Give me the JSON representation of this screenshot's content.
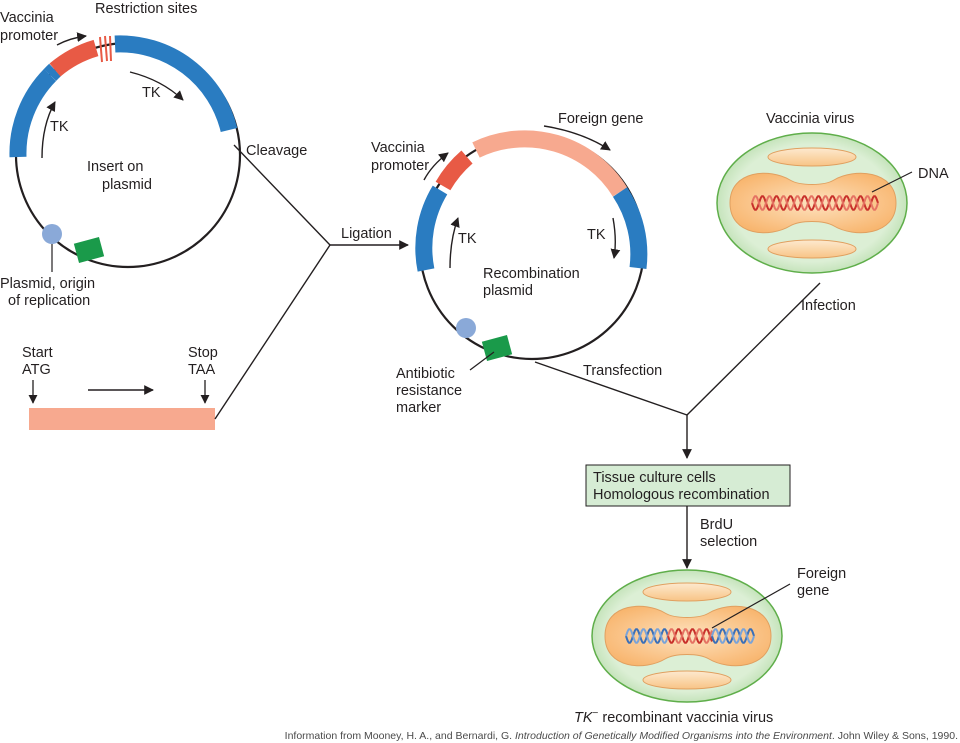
{
  "plasmid1": {
    "vaccinia_promoter": [
      "Vaccinia",
      "promoter"
    ],
    "restriction_sites": "Restriction sites",
    "tk_left": "TK",
    "tk_right": "TK",
    "insert": [
      "Insert on",
      "plasmid"
    ],
    "origin": [
      "Plasmid, origin",
      "of replication"
    ]
  },
  "steps": {
    "cleavage": "Cleavage",
    "ligation": "Ligation",
    "transfection": "Transfection",
    "infection": "Infection",
    "brdu": [
      "BrdU",
      "selection"
    ]
  },
  "gene_insert": {
    "start": [
      "Start",
      "ATG"
    ],
    "stop": [
      "Stop",
      "TAA"
    ]
  },
  "plasmid2": {
    "vaccinia_promoter": [
      "Vaccinia",
      "promoter"
    ],
    "foreign_gene": "Foreign gene",
    "tk_left": "TK",
    "tk_right": "TK",
    "name": [
      "Recombination",
      "plasmid"
    ],
    "marker": [
      "Antibiotic",
      "resistance",
      "marker"
    ]
  },
  "virus": {
    "title": "Vaccinia virus",
    "dna": "DNA"
  },
  "culture_box": {
    "line1": "Tissue culture cells",
    "line2": "Homologous recombination"
  },
  "recombinant": {
    "foreign_gene": [
      "Foreign",
      "gene"
    ],
    "caption_tk": "TK",
    "caption_sup": "−",
    "caption_rest": " recombinant vaccinia virus"
  },
  "credit": {
    "pre": "Information from Mooney, H. A., and Bernardi, G. ",
    "title": "Introduction of Genetically Modified Organisms into the Environment",
    "post": ". John Wiley & Sons, 1990."
  },
  "colors": {
    "tk_blue": "#2a7cc1",
    "promoter_red": "#e85a45",
    "foreign_salmon": "#f7a98f",
    "marker_green": "#1a9a4a",
    "origin_blue": "#8aa9d8",
    "box_green": "#d6ecd4",
    "virus_green": "#c8e6c0",
    "virus_core": "#fcc98f"
  }
}
